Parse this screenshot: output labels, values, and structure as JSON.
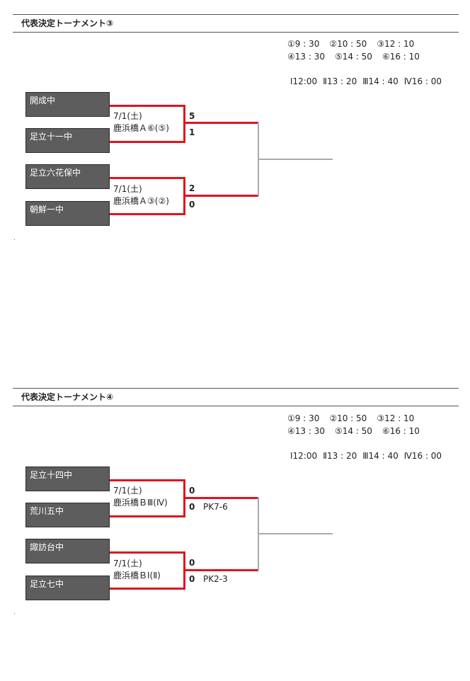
{
  "time_labels": [
    "①9 : 30",
    "②10 : 50",
    "③12 : 10",
    "④13 : 30",
    "⑤14 : 50",
    "⑥16 : 10"
  ],
  "slot_labels": [
    "Ⅰ12:00",
    "Ⅱ13 : 20",
    "Ⅲ14 : 40",
    "Ⅳ16 : 00"
  ],
  "sections": [
    {
      "title": "代表決定トーナメント③",
      "matches": [
        {
          "team1": "開成中",
          "team2": "足立十一中",
          "date": "7/1(土)",
          "venue": "鹿浜橋Ａ⑥(⑤)",
          "score1": "5",
          "score2": "1",
          "pk": ""
        },
        {
          "team1": "足立六花保中",
          "team2": "朝鮮一中",
          "date": "7/1(土)",
          "venue": "鹿浜橋Ａ③(②)",
          "score1": "2",
          "score2": "0",
          "pk": ""
        }
      ]
    },
    {
      "title": "代表決定トーナメント④",
      "matches": [
        {
          "team1": "足立十四中",
          "team2": "荒川五中",
          "date": "7/1(土)",
          "venue": "鹿浜橋ＢⅢ(Ⅳ)",
          "score1": "0",
          "score2": "0",
          "pk": "PK7-6"
        },
        {
          "team1": "諏訪台中",
          "team2": "足立七中",
          "date": "7/1(土)",
          "venue": "鹿浜橋ＢⅠ(Ⅱ)",
          "score1": "0",
          "score2": "0",
          "pk": "PK2-3"
        }
      ]
    }
  ],
  "colors": {
    "winner_line": "#e0141e",
    "pending_line": "#aaaaaa",
    "team_box": "#5d5d5d"
  }
}
